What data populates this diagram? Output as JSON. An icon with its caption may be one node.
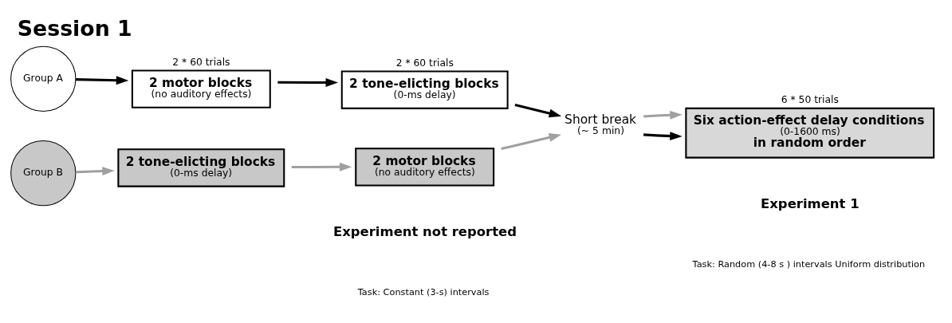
{
  "diagram": {
    "title": "Session 1",
    "nodes": [
      {
        "text": [
          "Group A"
        ]
      },
      {
        "text": [
          "2 motor blocks",
          "(no auditory effects)"
        ],
        "beside": [
          "2 * 60 trials"
        ]
      },
      {
        "text": [
          "2 tone-elicting blocks",
          "(0-ms delay)"
        ],
        "beside": [
          "2 * 60 trials"
        ]
      },
      {
        "text": [
          "Group B"
        ]
      },
      {
        "text": [
          "2 tone-elicting blocks",
          "(0-ms delay)"
        ]
      },
      {
        "text": [
          "2 motor blocks",
          "(no auditory effects)"
        ]
      },
      {
        "text": [
          "Short break",
          "(~ 5 min)"
        ]
      },
      {
        "text": [
          "Six action-effect delay conditions",
          "(0-1600 ms)",
          "in random order"
        ],
        "beside": [
          "6 * 50 trials"
        ]
      }
    ],
    "edges": [
      {
        "from": 0,
        "to": 1,
        "arrow": "to"
      },
      {
        "from": 1,
        "to": 2,
        "arrow": "to"
      },
      {
        "from": 3,
        "to": 4,
        "arrow": "to",
        "color": "#a0a0a0"
      },
      {
        "from": 4,
        "to": 5,
        "arrow": "to",
        "color": "#a0a0a0"
      },
      {
        "from": 2,
        "to": 6,
        "arrow": "to"
      },
      {
        "from": 5,
        "to": 6,
        "arrow": "to",
        "color": "#a0a0a0"
      },
      {
        "from": 6,
        "to": 7,
        "arrow": "to"
      },
      {
        "from": 6,
        "to": 7,
        "arrow": "to",
        "color": "#a0a0a0"
      }
    ],
    "labels": [
      "Experiment not reported",
      "Task: Constant (3-s) intervals",
      "Experiment 1",
      "Task: Random (4-8 s ) intervals Uniform distribution"
    ]
  }
}
